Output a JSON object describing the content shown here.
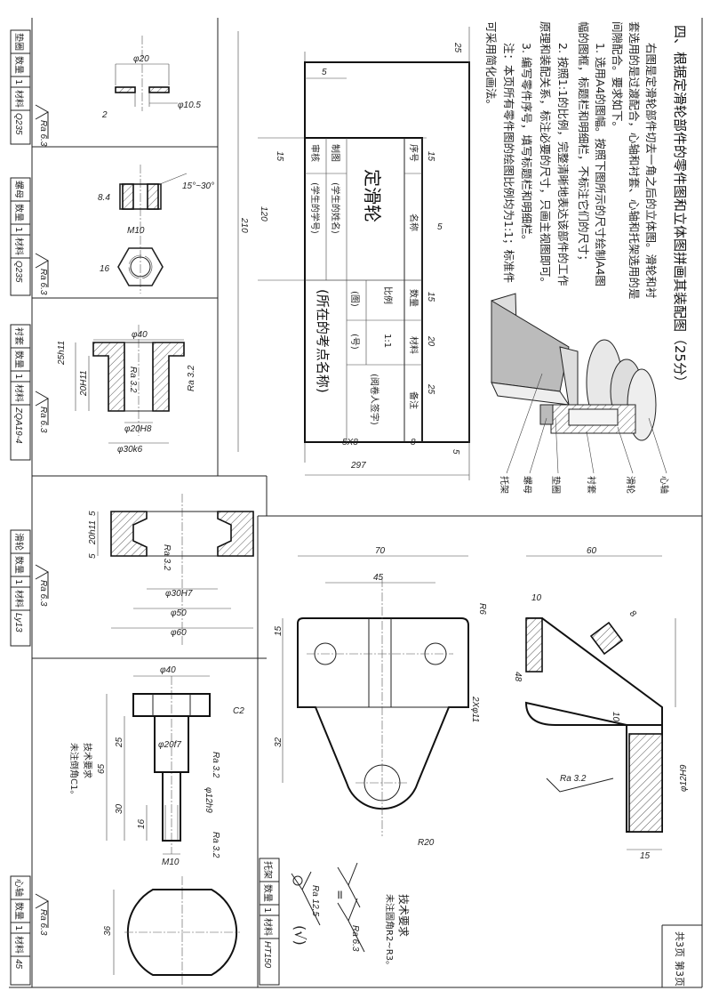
{
  "instructions": {
    "title": "四、根据定滑轮部件的零件图和立体图拼画其装配图（25分）",
    "lines": [
      "右图是定滑轮部件切去一角之后的立体图。滑轮和衬",
      "套选用的是过渡配合，心轴和衬套、心轴和托架选用的是",
      "间隙配合。要求如下。",
      "1. 选用A4的图幅。按照下图所示的尺寸绘制A4图",
      "幅的图框，标题栏和明细栏，不标注它们的尺寸；",
      "2. 按照1:1的比例，完整清晰地表达该部件的工作",
      "原理和装配关系，标注必要的尺寸，只画主视图即可。",
      "3. 编写零件序号，填写标题栏和明细栏。",
      "注：本页所有零件图的绘图比例均为1:1；标准件",
      "可采用简化画法。"
    ]
  },
  "title_block": {
    "headers": [
      "序号",
      "名称",
      "数量",
      "材料",
      "备注"
    ],
    "drawn_by": "制图",
    "checked_by": "审核",
    "student_name": "(学生的姓名)",
    "student_id": "(学生的学号)",
    "drawing_name": "定滑轮",
    "scale_label": "比例",
    "scale_value": "1:1",
    "fig_a": "(图)",
    "fig_b": "(号)",
    "signature": "(阅卷人签字)",
    "school": "(所在的考点名称)",
    "dims": {
      "top": "25",
      "left_margin": "5",
      "row1": "15",
      "row2": "15",
      "right_margin": "5",
      "height": "210",
      "block": "120",
      "col1": "15",
      "col2": "20",
      "col3": "25",
      "rows": "5X8",
      "bottom": "8",
      "bottom_margin": "5",
      "width": "297"
    }
  },
  "assembly": {
    "labels": [
      "心轴",
      "滑轮",
      "衬套",
      "垫圈",
      "螺母",
      "托架"
    ]
  },
  "parts": [
    {
      "name": "垫圈",
      "qty_label": "数量",
      "qty": "1",
      "mat_label": "材料",
      "material": "Q235",
      "ra": "Ra 6.3",
      "dims": [
        "φ20",
        "φ10.5",
        "2"
      ]
    },
    {
      "name": "螺母",
      "qty_label": "数量",
      "qty": "1",
      "mat_label": "材料",
      "material": "Q235",
      "ra": "Ra 6.3",
      "dims": [
        "8.4",
        "15°~30°",
        "M10",
        "16"
      ]
    },
    {
      "name": "衬套",
      "qty_label": "数量",
      "qty": "1",
      "mat_label": "材料",
      "material": "ZQA19-4",
      "ra": "Ra 6.3",
      "dims": [
        "φ40",
        "25h11",
        "20H11",
        "Ra 3.2",
        "Ra 3.2",
        "φ20H8",
        "φ30k6"
      ]
    },
    {
      "name": "滑轮",
      "qty_label": "数量",
      "qty": "1",
      "mat_label": "材料",
      "material": "Ly13",
      "ra": "Ra 6.3",
      "dims": [
        "5",
        "20h11",
        "5",
        "Ra 3.2",
        "φ30H7",
        "φ50",
        "φ60"
      ]
    },
    {
      "name": "心轴",
      "qty_label": "数量",
      "qty": "1",
      "mat_label": "材料",
      "material": "45",
      "ra": "Ra 6.3",
      "dims": [
        "φ40",
        "C2",
        "25",
        "65",
        "φ20f7",
        "Ra 3.2",
        "30",
        "φ12h9",
        "16",
        "M10",
        "Ra 3.2",
        "36"
      ],
      "tech_title": "技术要求",
      "tech_note": "未注倒角C1。"
    },
    {
      "name": "托架",
      "qty_label": "数量",
      "qty": "1",
      "mat_label": "材料",
      "material": "HT150",
      "ra": "Ra 12.5",
      "ra2": "Ra 6.3",
      "dims": [
        "70",
        "45",
        "R6",
        "15",
        "32",
        "2Xφ11",
        "R20",
        "60",
        "10",
        "8",
        "48",
        "10",
        "Ra 3.2",
        "φ12H9",
        "15"
      ],
      "tech_title": "技术要求",
      "tech_note": "未注圆角R2~R3。"
    }
  ],
  "footer": {
    "total": "共3页",
    "current": "第3页"
  }
}
